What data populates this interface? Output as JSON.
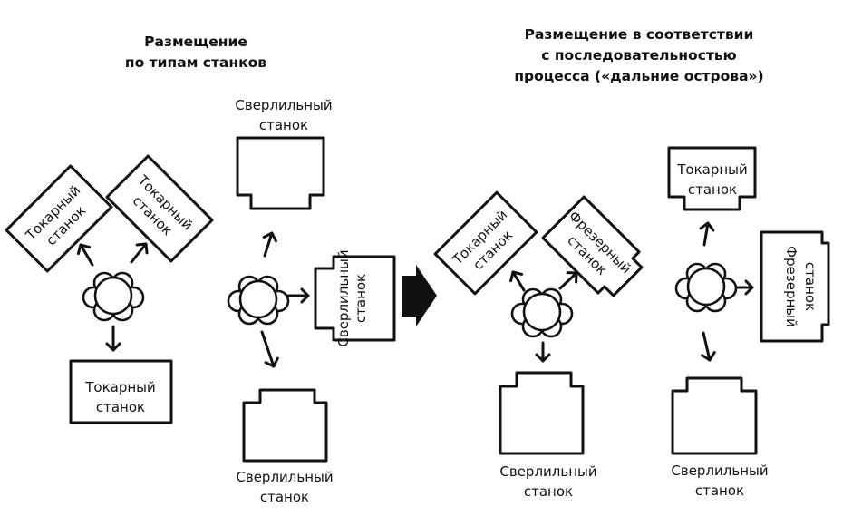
{
  "left_heading": {
    "line1": "Размещение",
    "line2": "по типам станков"
  },
  "right_heading": {
    "line1": "Размещение в соответствии",
    "line2": "с последовательностью",
    "line3": "процесса («дальние острова»)"
  },
  "machines": {
    "lathe_line1": "Токарный",
    "drill_line1": "Сверлильный",
    "mill_line1": "Фрезерный",
    "line2": "станок"
  }
}
